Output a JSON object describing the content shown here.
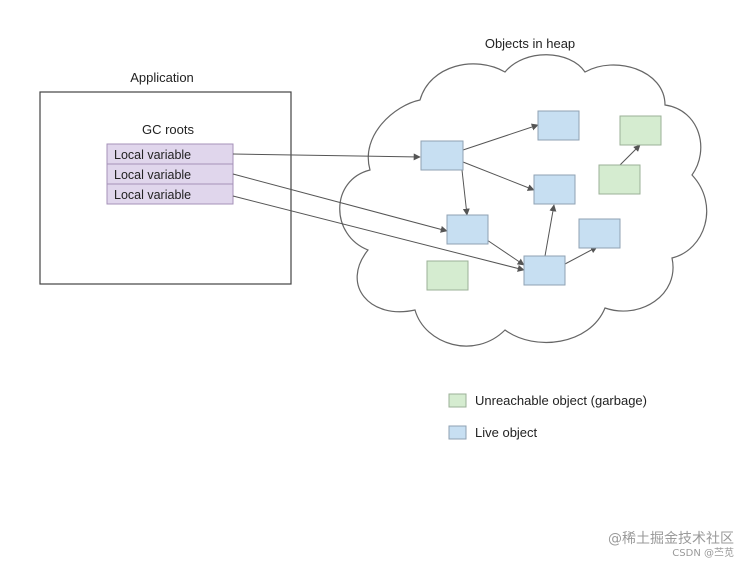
{
  "heap": {
    "title": "Objects in heap"
  },
  "application": {
    "title": "Application",
    "gc_roots_label": "GC roots",
    "variables": [
      "Local variable",
      "Local variable",
      "Local variable"
    ]
  },
  "legend": {
    "items": [
      {
        "label": "Unreachable object (garbage)",
        "color": "#d5ecd0"
      },
      {
        "label": "Live object",
        "color": "#c7dff2"
      }
    ]
  },
  "watermark": {
    "primary": "@稀土掘金技术社区",
    "secondary": "CSDN @苎苋"
  },
  "colors": {
    "live_fill": "#c7dff2",
    "live_stroke": "#8fa2b3",
    "garbage_fill": "#d5ecd0",
    "garbage_stroke": "#9bb097",
    "variable_fill": "#e0d6ec",
    "variable_stroke": "#a691b8",
    "line": "#555555"
  }
}
